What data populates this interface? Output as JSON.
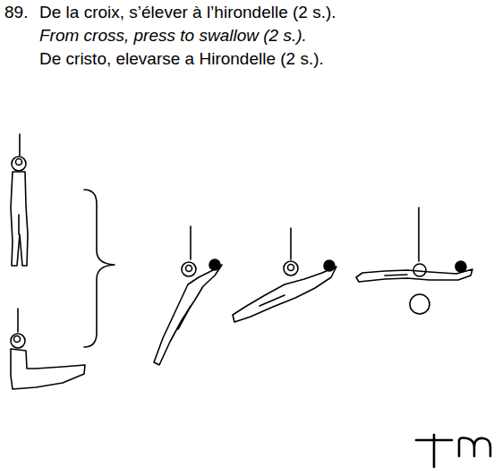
{
  "diagram": {
    "labels": [
      "89.",
      "De la croix, s’élever à l’hirondelle (2 s.).",
      "From cross, press to swallow (2 s.).",
      "De cristo, elevarse a Hirondelle (2 s.)."
    ]
  }
}
